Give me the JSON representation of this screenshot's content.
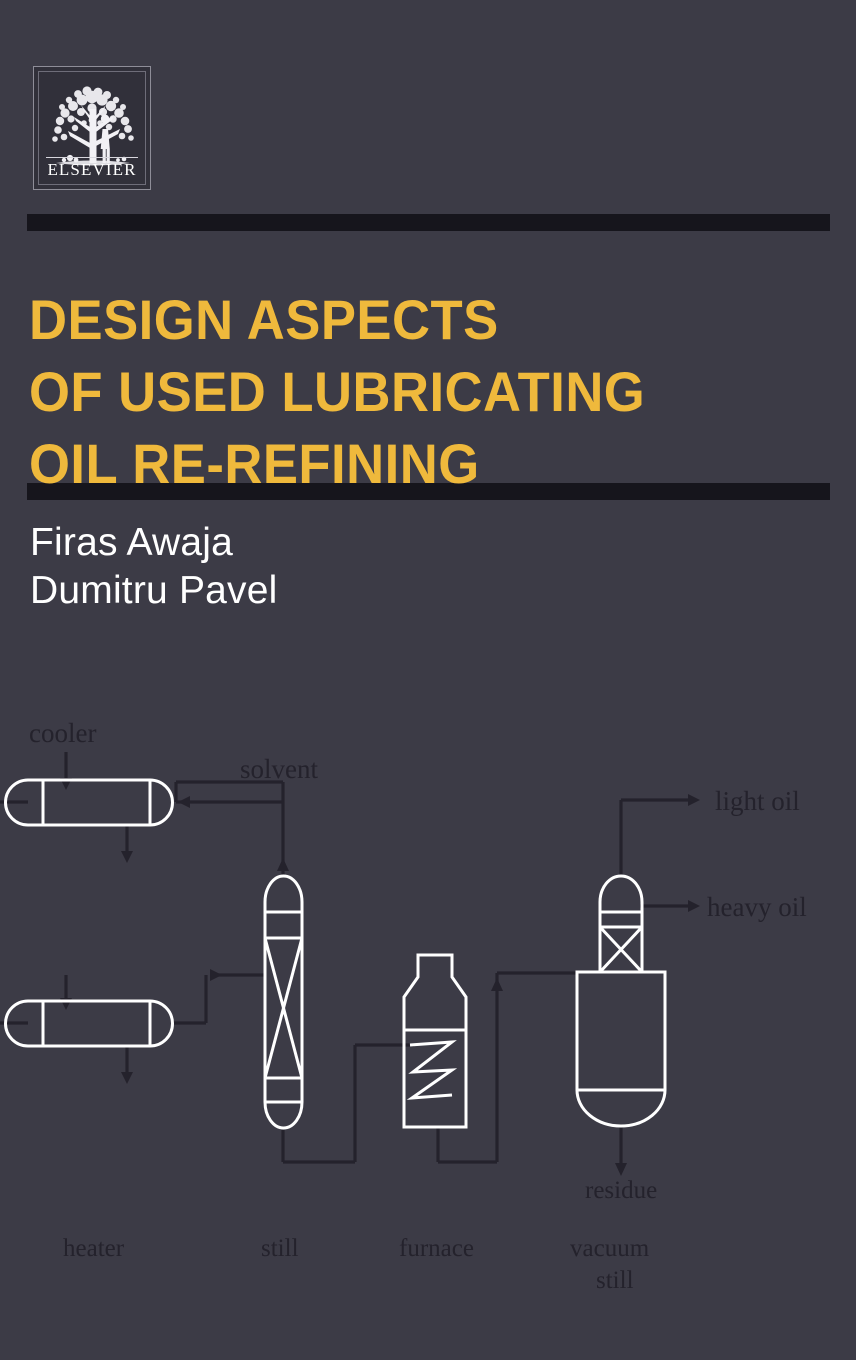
{
  "cover": {
    "background_color": "#3c3b46",
    "title_color": "#efb93c",
    "author_color": "#ffffff",
    "rule_color": "#16151c",
    "vessel_stroke": "#ffffff",
    "pipe_stroke": "#24222c",
    "diagram_label_color": "#24222c"
  },
  "publisher": {
    "name": "ELSEVIER",
    "logo_icon": "elsevier-tree-logo"
  },
  "title": {
    "text": "DESIGN ASPECTS\nOF USED LUBRICATING\nOIL RE-REFINING",
    "lines": [
      "DESIGN ASPECTS",
      "OF USED LUBRICATING",
      "OIL RE-REFINING"
    ]
  },
  "authors": {
    "text": "Firas Awaja\nDumitru Pavel",
    "list": [
      "Firas Awaja",
      "Dumitru Pavel"
    ]
  },
  "diagram": {
    "name": "used-lubricating-oil-re-refining-process-flow",
    "labels": {
      "cooler": "cooler",
      "solvent": "solvent",
      "light_oil": "light  oil",
      "heavy_oil": "heavy oil",
      "residue": "residue",
      "heater": "heater",
      "still": "still",
      "furnace": "furnace",
      "vacuum_still_line1": "vacuum",
      "vacuum_still_line2": "still"
    },
    "equipment": [
      {
        "id": "cooler",
        "type": "horizontal-capsule-heat-exchanger",
        "label": "cooler"
      },
      {
        "id": "heater",
        "type": "horizontal-capsule-heat-exchanger",
        "label": "heater"
      },
      {
        "id": "still",
        "type": "packed-column",
        "label": "still"
      },
      {
        "id": "furnace",
        "type": "fired-heater-coil",
        "label": "furnace"
      },
      {
        "id": "vacuum-still",
        "type": "vacuum-column-with-drum",
        "label": "vacuum still"
      }
    ],
    "streams": [
      {
        "id": "solvent",
        "label": "solvent",
        "from": "still-top",
        "to": "cooler"
      },
      {
        "id": "light-oil",
        "label": "light  oil",
        "from": "vacuum-still-top",
        "to": "outlet"
      },
      {
        "id": "heavy-oil",
        "label": "heavy oil",
        "from": "vacuum-still-side",
        "to": "outlet"
      },
      {
        "id": "residue",
        "label": "residue",
        "from": "vacuum-still-bottom",
        "to": "outlet"
      }
    ]
  }
}
